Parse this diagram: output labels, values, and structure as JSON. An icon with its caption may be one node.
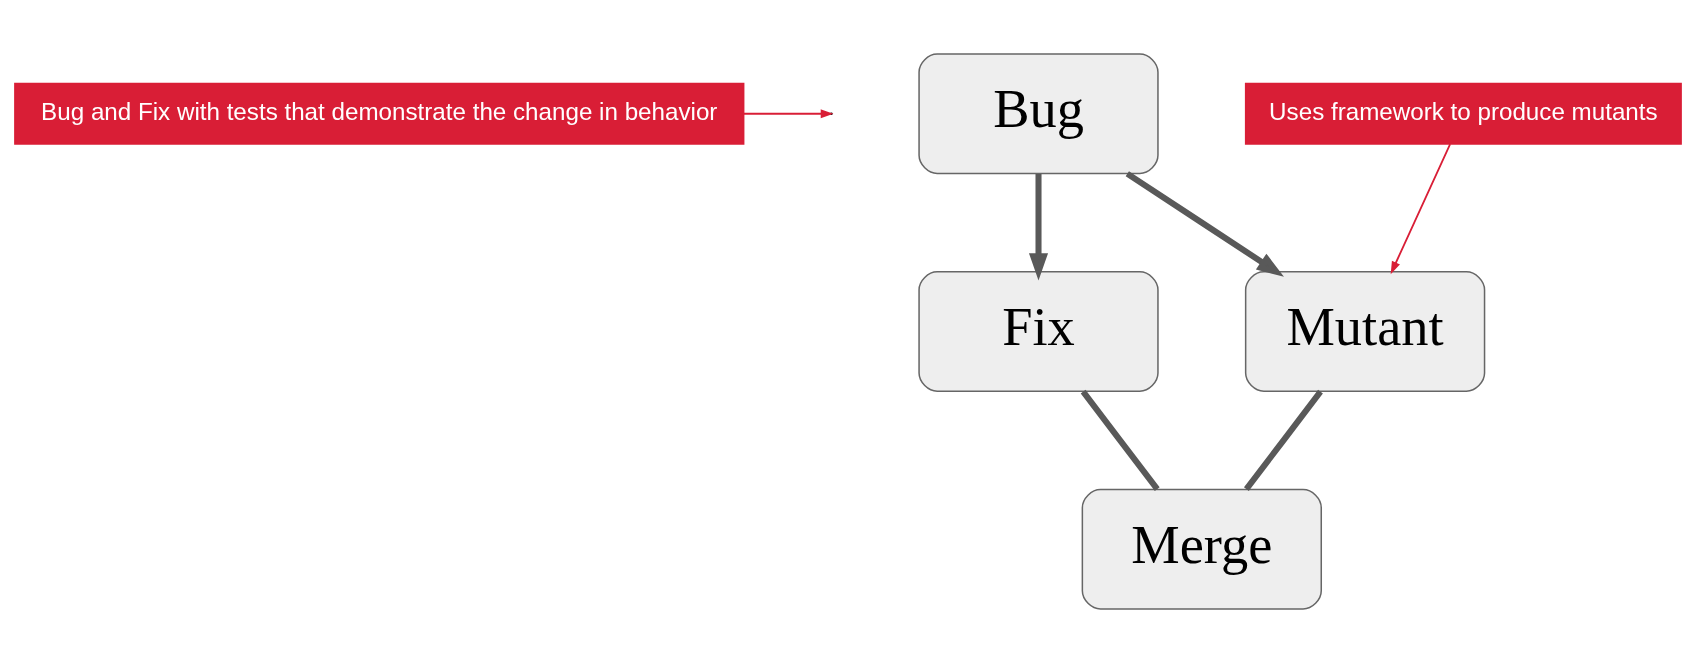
{
  "diagram": {
    "nodes": [
      {
        "text": [
          "Bug and Fix with tests that demonstrate the change in behavior"
        ]
      },
      {
        "text": [
          "Bug"
        ]
      },
      {
        "text": [
          "Uses framework to produce mutants"
        ]
      },
      {
        "text": [
          "Fix"
        ]
      },
      {
        "text": [
          "Mutant"
        ]
      },
      {
        "text": [
          "Merge"
        ]
      }
    ],
    "edges": [
      {
        "from": 1,
        "to": 3,
        "arrow": "to"
      },
      {
        "from": 1,
        "to": 4,
        "arrow": "to"
      },
      {
        "from": 3,
        "to": 5,
        "arrow": "none"
      },
      {
        "from": 4,
        "to": 5,
        "arrow": "none"
      },
      {
        "from": 0,
        "to": null,
        "arrow": "to",
        "color": "#d91e36"
      },
      {
        "from": 2,
        "to": 4,
        "arrow": "to",
        "color": "#d91e36"
      }
    ]
  }
}
